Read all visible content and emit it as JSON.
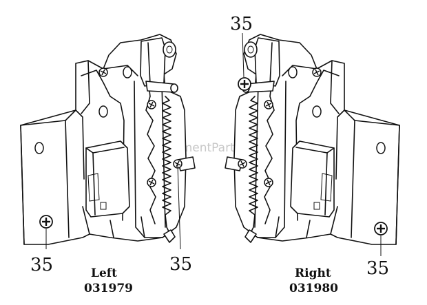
{
  "callouts": {
    "left_top": "35",
    "left_bottom": "35",
    "right_top": "35",
    "right_bottom": "35"
  },
  "captions": {
    "left_name": "Left",
    "left_part": "031979",
    "right_name": "Right",
    "right_part": "031980"
  },
  "watermark": "eReplacementParts.com"
}
